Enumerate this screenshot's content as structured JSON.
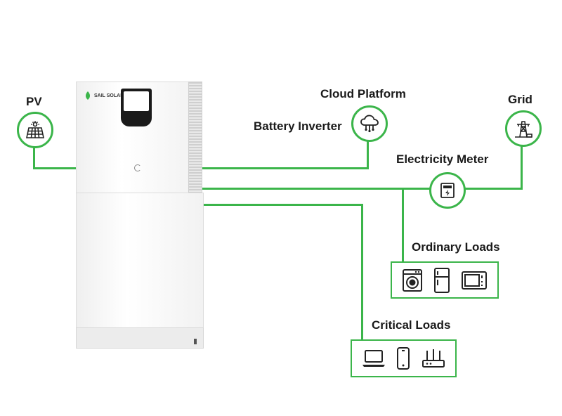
{
  "brand": "SAIL SOLAR",
  "colors": {
    "line": "#3bb54a",
    "text": "#1a1a1a"
  },
  "labels": {
    "pv": "PV",
    "cloud": "Cloud Platform",
    "inverter": "Battery Inverter",
    "grid": "Grid",
    "meter": "Electricity Meter",
    "ordinary": "Ordinary Loads",
    "critical": "Critical Loads"
  },
  "icons": {
    "pv": "solar-panel-icon",
    "cloud": "cloud-icon",
    "grid": "power-tower-icon",
    "meter": "electricity-meter-icon",
    "ordinary": [
      "washing-machine-icon",
      "refrigerator-icon",
      "microwave-icon"
    ],
    "critical": [
      "laptop-icon",
      "smartphone-icon",
      "router-icon"
    ]
  }
}
